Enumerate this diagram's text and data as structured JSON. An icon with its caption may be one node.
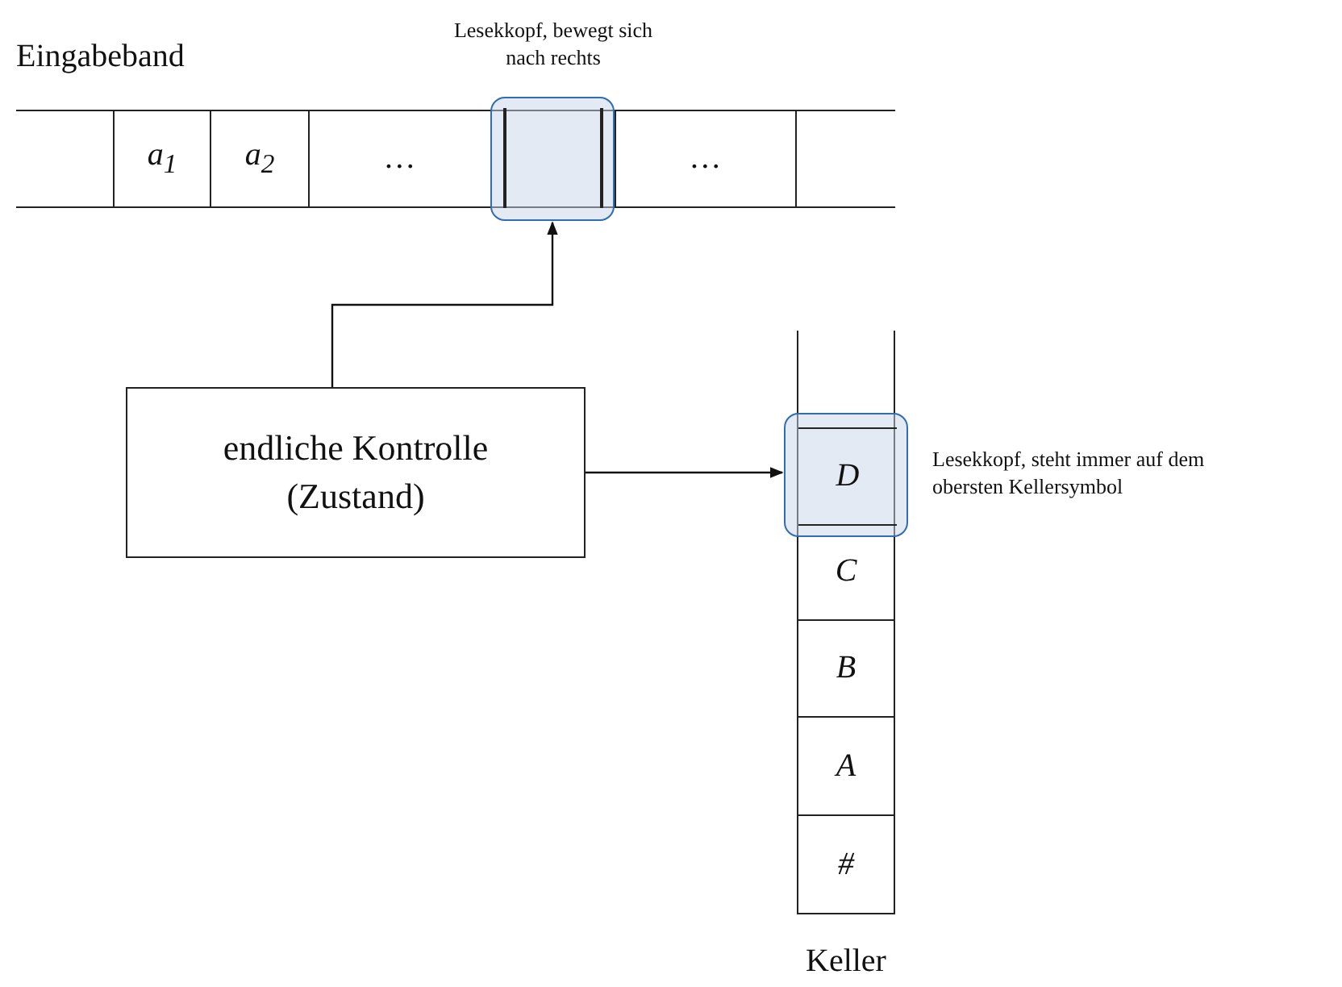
{
  "diagram": {
    "nodes": [
      {
        "text": [
          "Eingabeband"
        ]
      },
      {
        "text": [
          "a$_{1}$"
        ],
        "in": 0
      },
      {
        "text": [
          "a$_{2}$"
        ],
        "in": 0
      },
      {
        "text": [
          "…"
        ],
        "in": 0
      },
      {
        "text": [],
        "shape": "box",
        "in": 0,
        "beside": [
          "Lesekkopf, bewegt sich nach rechts"
        ]
      },
      {
        "text": [
          "…"
        ],
        "in": 0
      },
      {
        "text": [
          "endliche Kontrolle (Zustand)"
        ]
      },
      {
        "text": [
          "Keller"
        ]
      },
      {
        "text": [],
        "shape": "box",
        "in": 7,
        "beside": [
          "Lesekkopf, steht immer auf dem obersten Kellersymbol"
        ]
      },
      {
        "text": [
          "D"
        ],
        "in": 8
      },
      {
        "text": [
          "C"
        ],
        "in": 7
      },
      {
        "text": [
          "B"
        ],
        "in": 7
      },
      {
        "text": [
          "A"
        ],
        "in": 7
      },
      {
        "text": [
          "#"
        ],
        "in": 7
      }
    ],
    "edges": [
      {
        "from": 6,
        "to": 4,
        "arrow": "to"
      },
      {
        "from": 6,
        "to": 8,
        "arrow": "to"
      }
    ]
  }
}
